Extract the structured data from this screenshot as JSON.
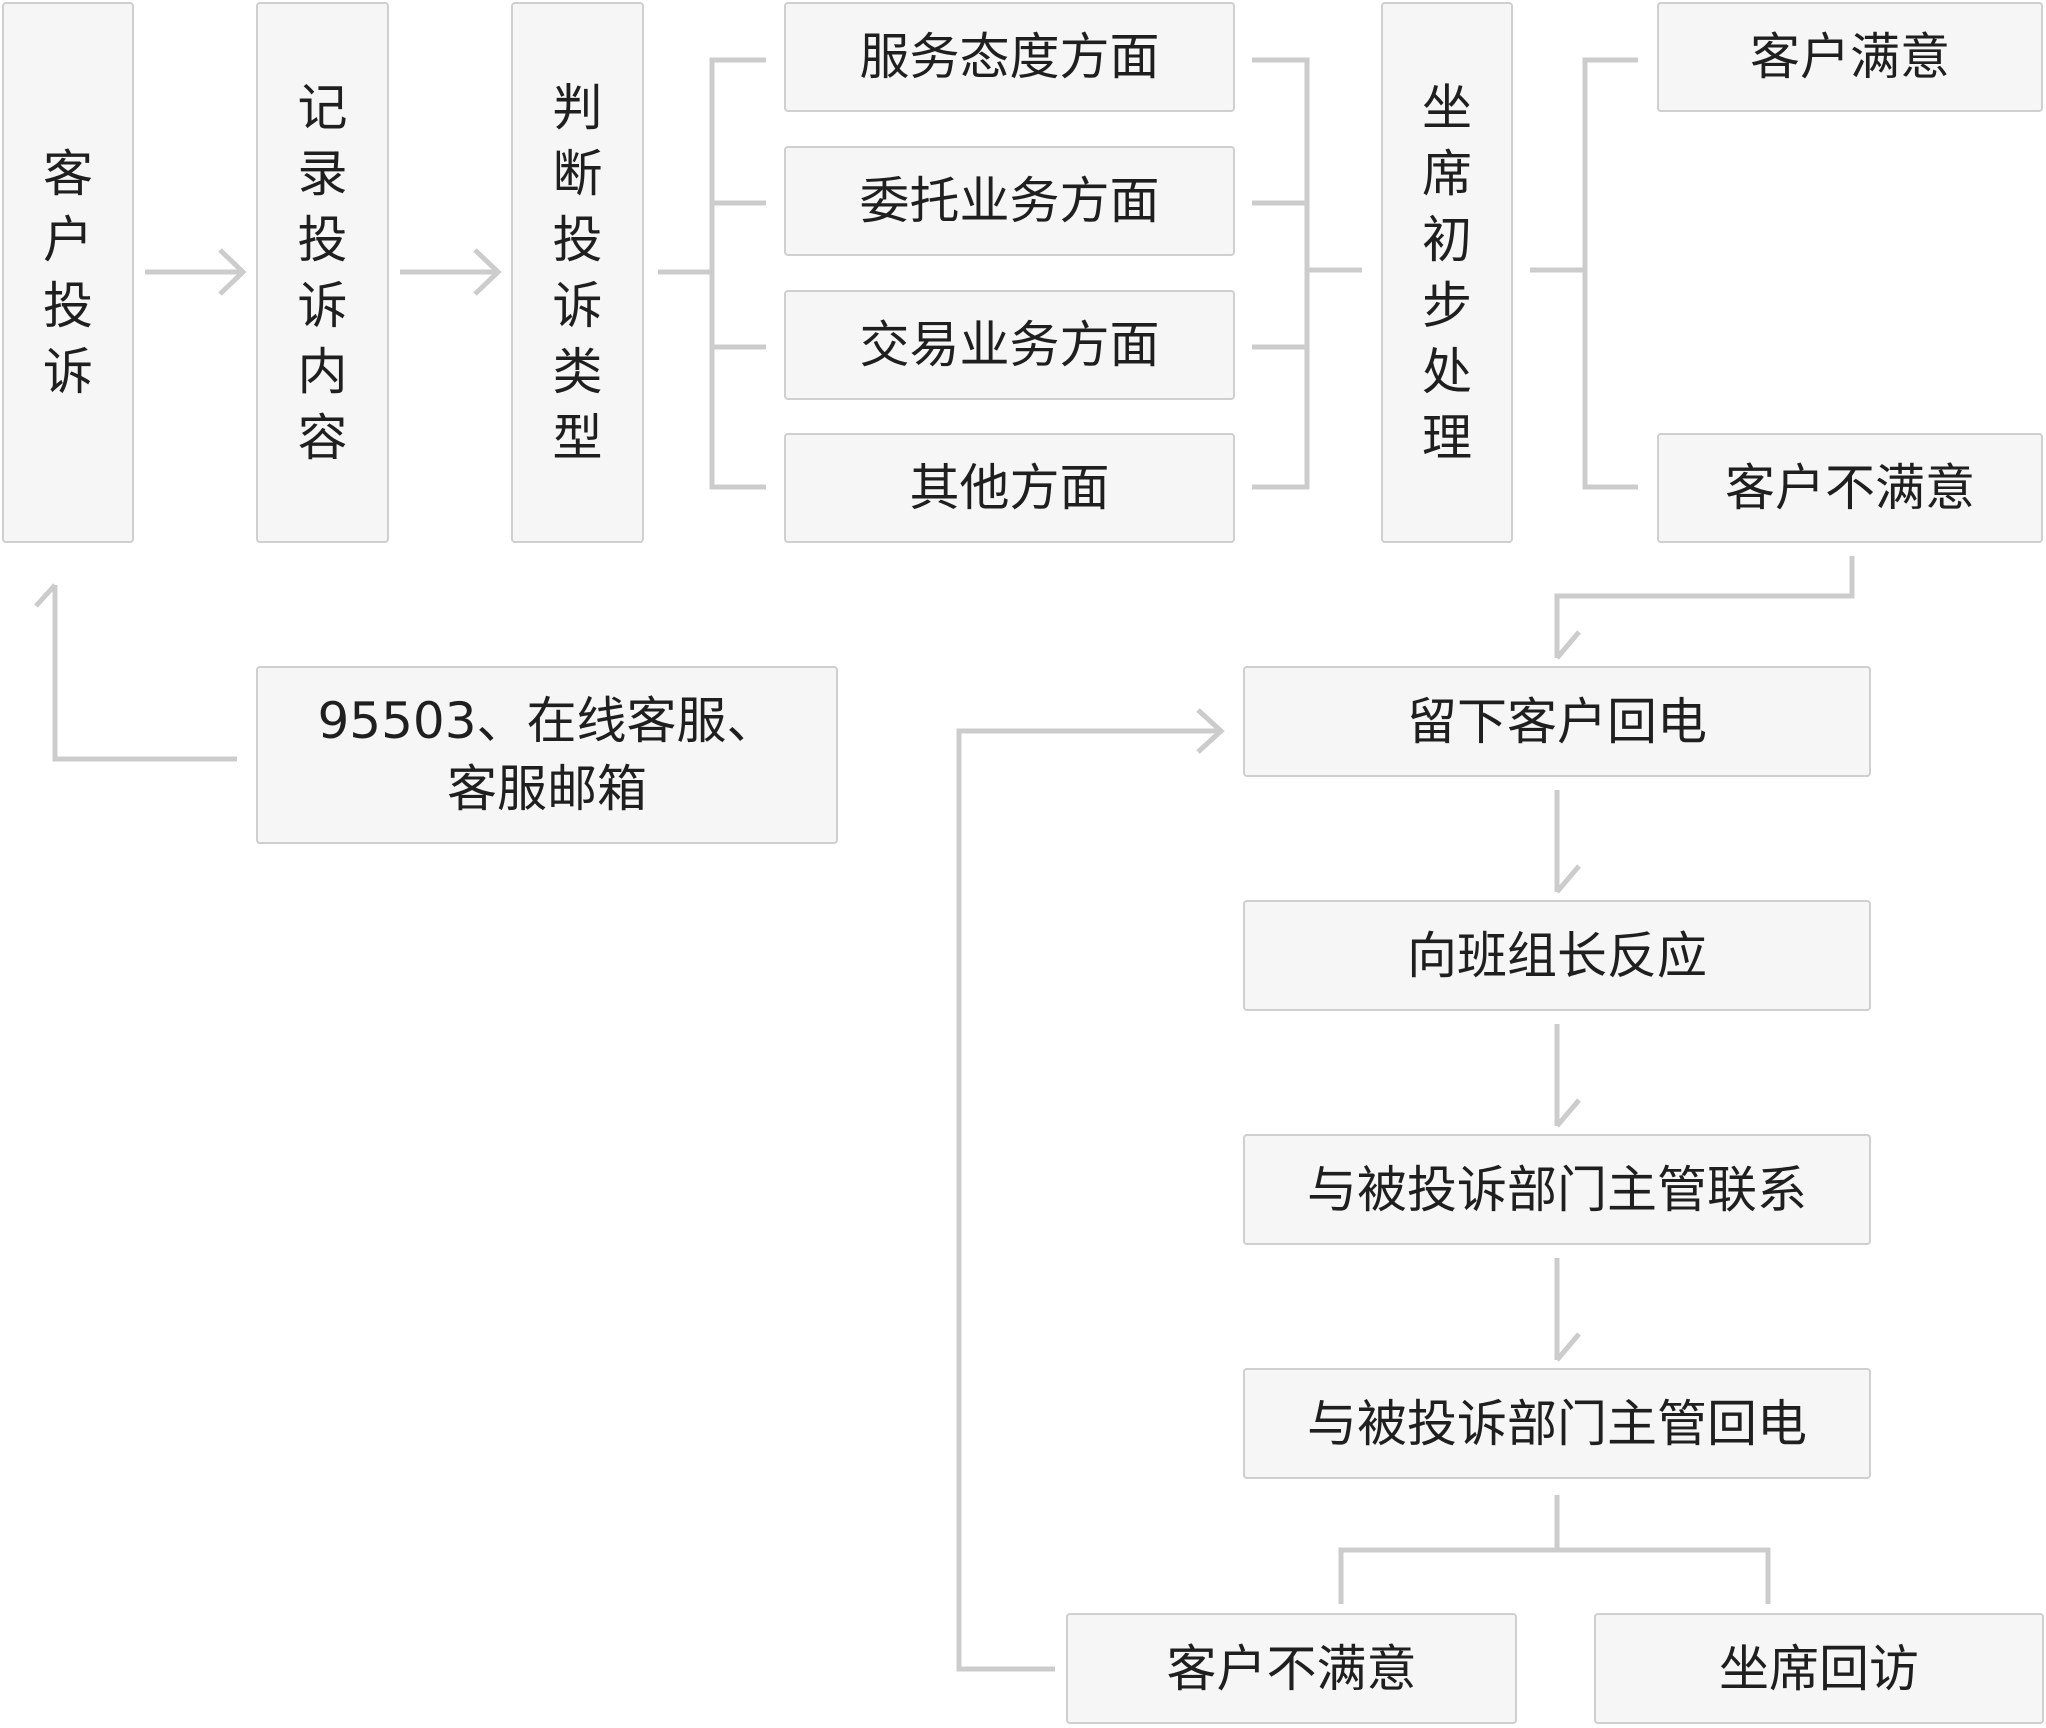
{
  "flow": {
    "complaint": "客户投诉",
    "record": "记录投诉内容",
    "judge": "判断投诉类型",
    "types": [
      "服务态度方面",
      "委托业务方面",
      "交易业务方面",
      "其他方面"
    ],
    "agent": "坐席初步处理",
    "satisfied": "客户满意",
    "unsatisfied": "客户不满意",
    "channels": "95503、在线客服、\n客服邮箱",
    "callback": "留下客户回电",
    "report": "向班组长反应",
    "contact": "与被投诉部门主管联系",
    "manager_callback": "与被投诉部门主管回电",
    "final_unsatisfied": "客户不满意",
    "revisit": "坐席回访"
  },
  "colors": {
    "node_fill": "#f6f6f6",
    "node_border": "#cfcfcf",
    "connector": "#cccccc",
    "text": "#1f1f1f"
  }
}
